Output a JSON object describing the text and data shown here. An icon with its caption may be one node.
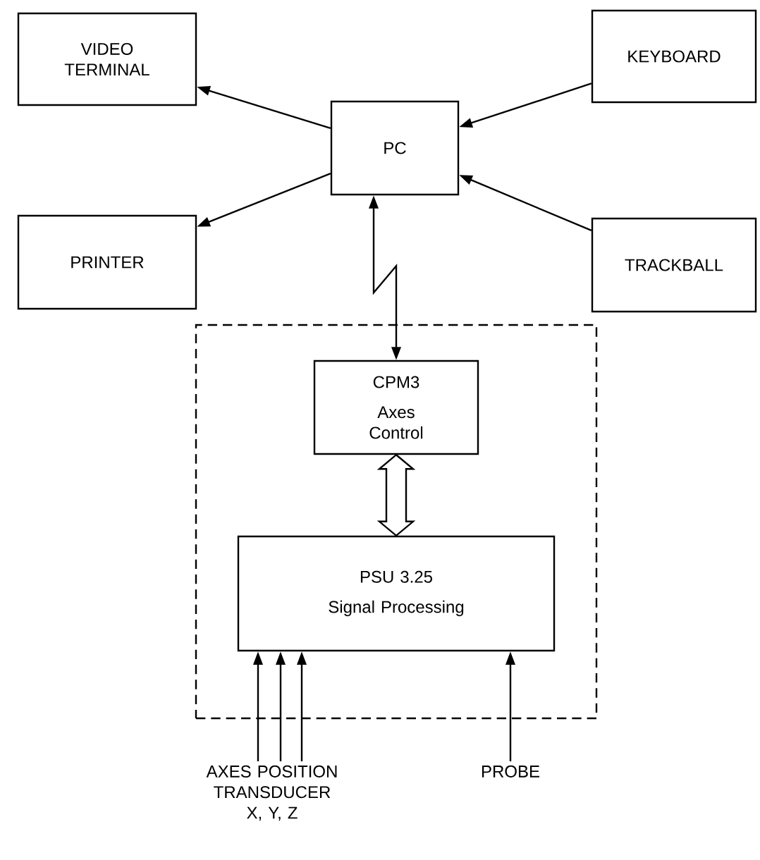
{
  "diagram": {
    "nodes": [
      {
        "text": [
          "VIDEO TERMINAL"
        ]
      },
      {
        "text": [
          "KEYBOARD"
        ]
      },
      {
        "text": [
          "PC"
        ]
      },
      {
        "text": [
          "PRINTER"
        ]
      },
      {
        "text": [
          "TRACKBALL"
        ]
      },
      {
        "text": [],
        "shape": "box"
      },
      {
        "text": [
          "CPM3",
          "Axes Control"
        ],
        "in": 5
      },
      {
        "text": [
          "PSU 3.25",
          "Signal Processing"
        ],
        "in": 5
      },
      {
        "text": [
          "AXES POSITION TRANSDUCER X, Y, Z"
        ]
      },
      {
        "text": [
          "PROBE"
        ]
      }
    ],
    "edges": [
      {
        "from": 2,
        "to": 0,
        "arrow": "to"
      },
      {
        "from": 1,
        "to": 2,
        "arrow": "to"
      },
      {
        "from": 2,
        "to": 3,
        "arrow": "to"
      },
      {
        "from": 4,
        "to": 2,
        "arrow": "to"
      },
      {
        "from": 2,
        "to": 6,
        "arrow": "both"
      },
      {
        "from": 6,
        "to": 7,
        "arrow": "both",
        "style": "thick"
      },
      {
        "from": 8,
        "to": 7,
        "arrow": "to"
      },
      {
        "from": 8,
        "to": 7,
        "arrow": "to"
      },
      {
        "from": 8,
        "to": 7,
        "arrow": "to"
      },
      {
        "from": 9,
        "to": 7,
        "arrow": "to"
      }
    ]
  }
}
